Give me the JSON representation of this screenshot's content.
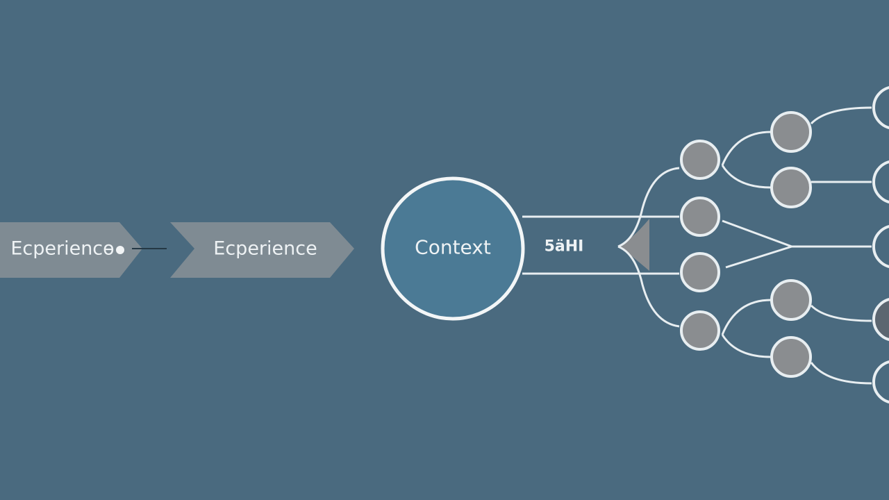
{
  "stages": [
    {
      "label": "Ecperiencө"
    },
    {
      "label": "Ecperience"
    }
  ],
  "center": {
    "label": "Context"
  },
  "connector": {
    "label": "5äHI"
  },
  "colors": {
    "background": "#4a6a7f",
    "chevron": "#7f8b93",
    "context_fill": "#4b7a95",
    "node_fill": "#8a8d90",
    "line": "#e8eef1"
  }
}
